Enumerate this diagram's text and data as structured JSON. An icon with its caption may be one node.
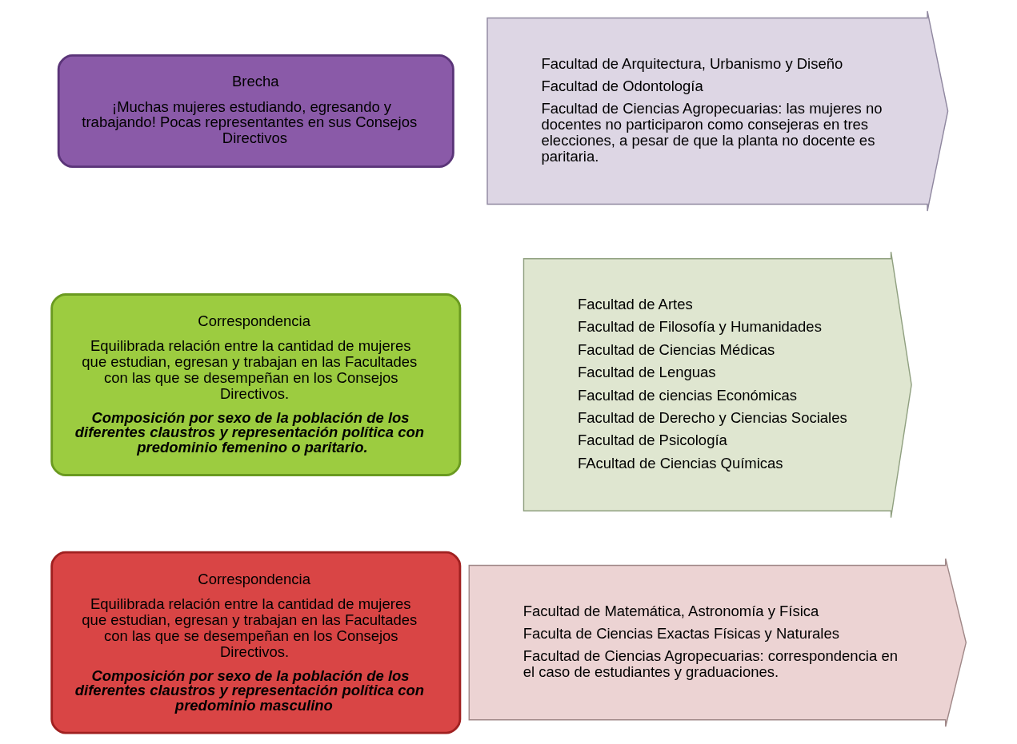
{
  "diagram": {
    "nodes": [
      {
        "text": [
          "Correspondencia",
          "Equilibrada relación entre la cantidad de mujeres que estudian, egresan y trabajan en las Facultades con las que se desempeñan en los Consejos Directivos.",
          "Composición por sexo de la población de los diferentes claustros y representación política con predominio masculino"
        ]
      },
      {
        "text": [
          "Facultad de Matemática, Astronomía y Física",
          "Faculta de Ciencias Exactas Físicas y Naturales",
          "Facultad de Ciencias Agropecuarias: correspondencia en el caso de estudiantes y graduaciones."
        ]
      },
      {
        "text": [
          "Correspondencia",
          "Equilibrada relación entre la cantidad de mujeres que estudian, egresan y trabajan en las Facultades con las que se desempeñan en los Consejos Directivos.",
          "Composición por sexo de la población de los diferentes claustros y representación política con predominio femenino o paritario."
        ]
      },
      {
        "text": [
          "Facultad de Artes",
          "Facultad de Filosofía y Humanidades",
          "Facultad de Ciencias Médicas",
          "Facultad de Lenguas",
          "Facultad de ciencias Económicas",
          "Facultad de Derecho y Ciencias Sociales",
          "Facultad de Psicología",
          "FAcultad de Ciencias Químicas"
        ]
      },
      {
        "text": [
          "Brecha",
          "¡Muchas mujeres estudiando, egresando y trabajando! Pocas representantes en sus Consejos Directivos"
        ]
      },
      {
        "text": [
          "Facultad de Arquitectura, Urbanismo y Diseño",
          "Facultad de Odontología",
          "Facultad de Ciencias Agropecuarias: las mujeres no docentes no participaron como consejeras en tres elecciones, a pesar de que la planta no docente es paritaria."
        ]
      }
    ],
    "edges": []
  }
}
